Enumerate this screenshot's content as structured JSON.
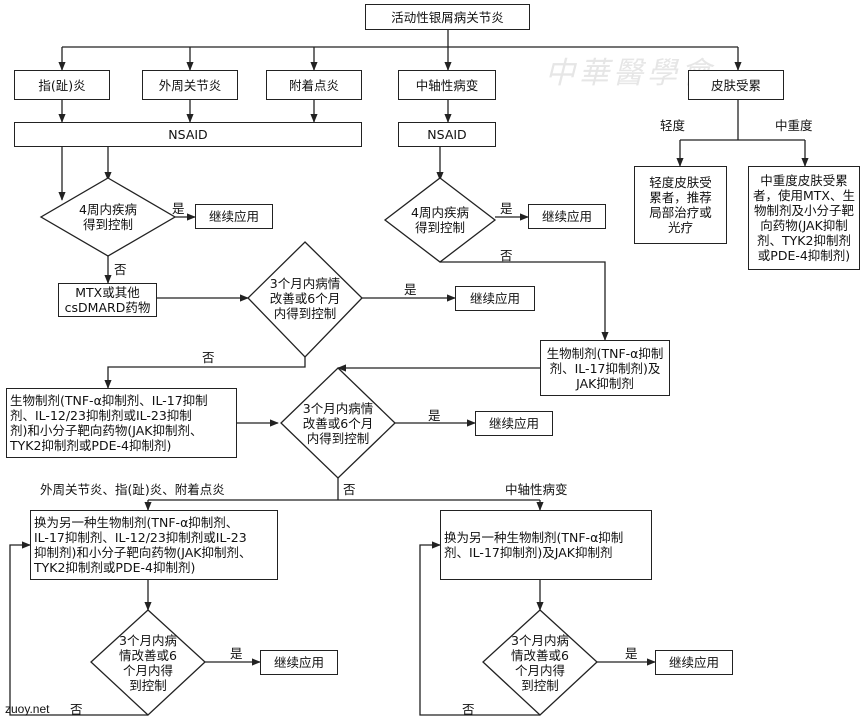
{
  "title": "活动性银屑病关节炎",
  "branches": {
    "dactylitis": "指(趾)炎",
    "peripheral": "外周关节炎",
    "enthesitis": "附着点炎",
    "axial": "中轴性病变",
    "skin": "皮肤受累"
  },
  "nsaid": "NSAID",
  "decisions": {
    "four_week": "4周内疾病\n得到控制",
    "three_month_a": "3个月内病情\n改善或6个月\n内得到控制",
    "three_month_b": "3个月内病情\n改善或6个月\n内得到控制",
    "three_month_c": "3个月内病\n情改善或6\n个月内得\n到控制"
  },
  "answers": {
    "yes": "是",
    "no": "否"
  },
  "continue": "继续应用",
  "mtx": "MTX或其他\ncsDMARD药物",
  "bio_axial": "生物制剂(TNF-α抑制\n剂、IL-17抑制剂)及\nJAK抑制剂",
  "bio_peripheral": "生物制剂(TNF-α抑制剂、IL-17抑制\n剂、IL-12/23抑制剂或IL-23抑制\n剂)和小分子靶向药物(JAK抑制剂、\nTYK2抑制剂或PDE-4抑制剂)",
  "skin": {
    "mild_label": "轻度",
    "moderate_label": "中重度",
    "mild_box": "轻度皮肤受\n累者，推荐\n局部治疗或\n光疗",
    "moderate_box": "中重度皮肤受累\n者，使用MTX、生\n物制剂及小分子靶\n向药物(JAK抑制\n剂、TYK2抑制剂\n或PDE-4抑制剂)"
  },
  "bottom_left": {
    "label": "外周关节炎、指(趾)炎、附着点炎",
    "switch_box": "换为另一种生物制剂(TNF-α抑制剂、\nIL-17抑制剂、IL-12/23抑制剂或IL-23\n抑制剂)和小分子靶向药物(JAK抑制剂、\nTYK2抑制剂或PDE-4抑制剂)"
  },
  "bottom_right": {
    "label": "中轴性病变",
    "switch_box": "换为另一种生物制剂(TNF-α抑制\n剂、IL-17抑制剂)及JAK抑制剂"
  },
  "watermark": "中華醫學會",
  "footer": "zuoy.net"
}
